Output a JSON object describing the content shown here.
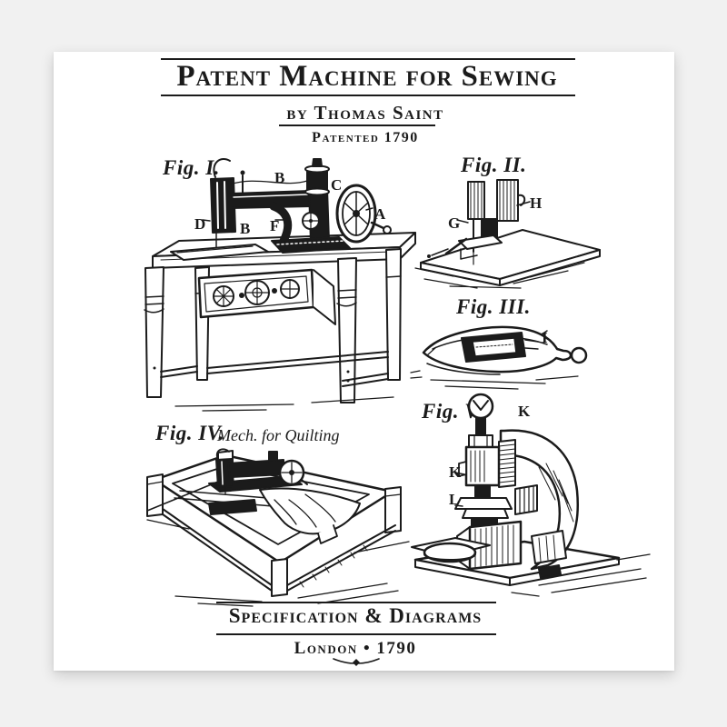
{
  "colors": {
    "background": "#f1f1f1",
    "paper": "#ffffff",
    "ink": "#1b1b1b"
  },
  "header": {
    "title": "Patent Machine for Sewing",
    "byline": "by Thomas Saint",
    "patent_note": "Patented 1790"
  },
  "figures": [
    {
      "label": "Fig. I.",
      "callouts": [
        "B",
        "C",
        "A",
        "D",
        "B",
        "F"
      ]
    },
    {
      "label": "Fig. II.",
      "callouts": [
        "G",
        "H"
      ]
    },
    {
      "label": "Fig. III.",
      "callouts": [
        "I"
      ]
    },
    {
      "label": "Fig. IV.",
      "caption": "Mech. for Quilting",
      "callouts": []
    },
    {
      "label": "Fig. V.",
      "callouts": [
        "K",
        "K",
        "L"
      ]
    }
  ],
  "footer": {
    "heading": "Specification & Diagrams",
    "subline": "London • 1790"
  }
}
